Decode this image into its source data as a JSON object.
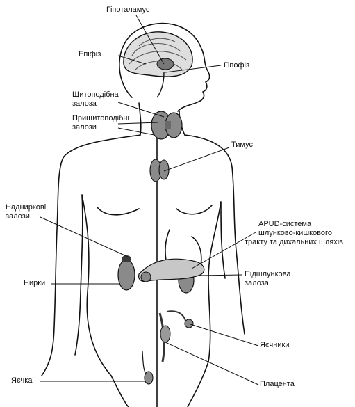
{
  "labels": {
    "hypothalamus": "Гіпоталамус",
    "epiphysis": "Епіфіз",
    "pituitary": "Гіпофіз",
    "thyroid_1": "Щитоподібна",
    "thyroid_2": "залоза",
    "parathyroid_1": "Прищитоподібні",
    "parathyroid_2": "залози",
    "thymus": "Тимус",
    "adrenal_1": "Надниркові",
    "adrenal_2": "залози",
    "apud_1": "APUD-система",
    "apud_2": "шлунково-кишкового",
    "apud_3": "тракту та дихальних шляхів",
    "kidneys": "Нирки",
    "pancreas_1": "Підшлункова",
    "pancreas_2": "залоза",
    "ovaries": "Яєчники",
    "testes": "Яєчка",
    "placenta": "Плацента"
  },
  "colors": {
    "line": "#111111",
    "organ_fill": "#8a8a8a",
    "organ_dark": "#3a3a3a",
    "background": "#ffffff"
  }
}
